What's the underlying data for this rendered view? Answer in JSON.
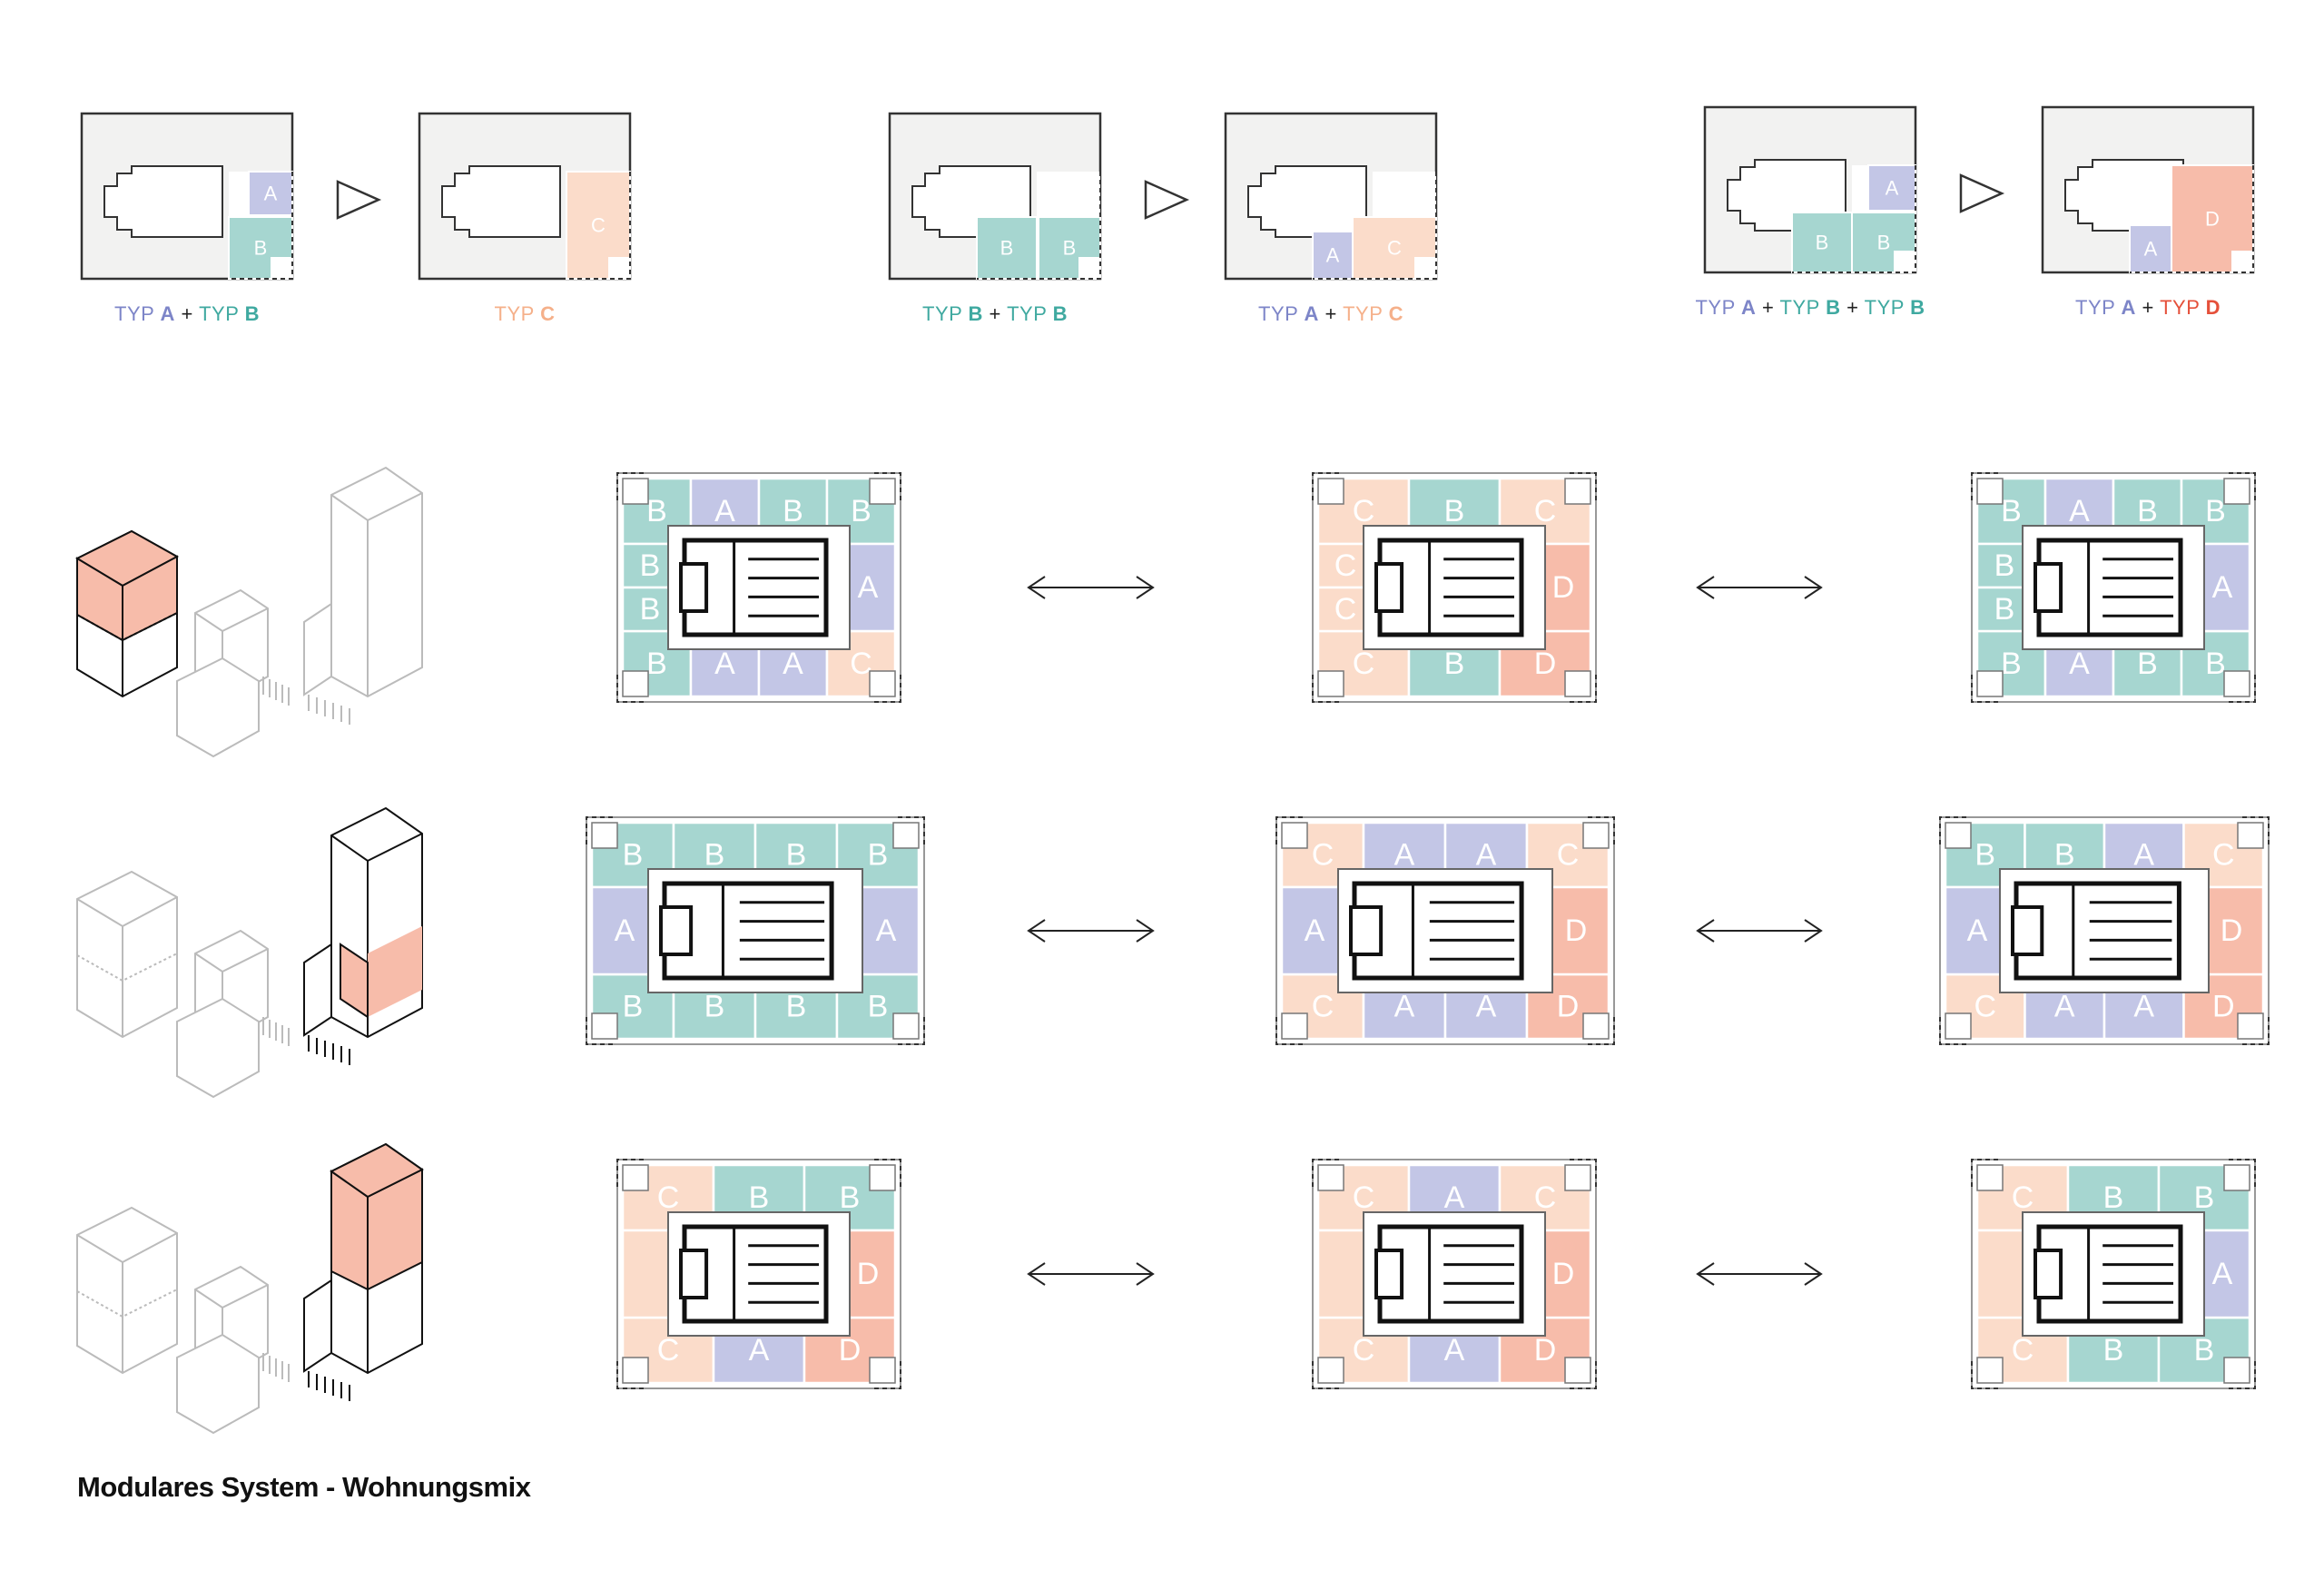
{
  "title": "Modulares System - Wohnungsmix",
  "colors": {
    "A": "#c3c6e6",
    "B": "#a6d6d0",
    "C": "#fbdcca",
    "D": "#f7bcaa",
    "plate": "#f2f2f1",
    "line": "#3a3a3a",
    "labelA": "#7d85c8",
    "labelB": "#3fa9a0",
    "labelC": "#f5b08a",
    "labelD": "#e5503a",
    "gray": "#8a8fa0"
  },
  "combos": [
    {
      "before": {
        "corner": [
          "A",
          "B"
        ]
      },
      "after": {
        "corner": [
          "C"
        ]
      },
      "before_label": [
        {
          "t": "TYP ",
          "c": "gray"
        },
        {
          "t": "A",
          "c": "labelA",
          "b": true
        },
        {
          "t": " + ",
          "c": "dark"
        },
        {
          "t": "TYP ",
          "c": "labelB"
        },
        {
          "t": "B",
          "c": "labelB",
          "b": true
        }
      ],
      "after_label": [
        {
          "t": "TYP ",
          "c": "labelC"
        },
        {
          "t": "C",
          "c": "labelC",
          "b": true
        }
      ]
    },
    {
      "before": {
        "corner": [
          "B",
          "B"
        ]
      },
      "after": {
        "corner": [
          "A",
          "C"
        ]
      },
      "before_label": [
        {
          "t": "TYP ",
          "c": "labelB"
        },
        {
          "t": "B",
          "c": "labelB",
          "b": true
        },
        {
          "t": " + ",
          "c": "dark"
        },
        {
          "t": "TYP ",
          "c": "labelB"
        },
        {
          "t": "B",
          "c": "labelB",
          "b": true
        }
      ],
      "after_label": [
        {
          "t": "TYP ",
          "c": "gray"
        },
        {
          "t": "A",
          "c": "labelA",
          "b": true
        },
        {
          "t": " + ",
          "c": "dark"
        },
        {
          "t": "TYP ",
          "c": "labelC"
        },
        {
          "t": "C",
          "c": "labelC",
          "b": true
        }
      ]
    },
    {
      "before": {
        "corner": [
          "A",
          "B",
          "B"
        ]
      },
      "after": {
        "corner": [
          "A",
          "D"
        ]
      },
      "before_label": [
        {
          "t": "TYP ",
          "c": "gray"
        },
        {
          "t": "A",
          "c": "labelA",
          "b": true
        },
        {
          "t": " + ",
          "c": "dark"
        },
        {
          "t": "TYP ",
          "c": "labelB"
        },
        {
          "t": "B",
          "c": "labelB",
          "b": true
        },
        {
          "t": " + ",
          "c": "dark"
        },
        {
          "t": "TYP ",
          "c": "labelB"
        },
        {
          "t": "B",
          "c": "labelB",
          "b": true
        }
      ],
      "after_label": [
        {
          "t": "TYP ",
          "c": "gray"
        },
        {
          "t": "A",
          "c": "labelA",
          "b": true
        },
        {
          "t": " + ",
          "c": "dark"
        },
        {
          "t": "TYP ",
          "c": "labelD"
        },
        {
          "t": "D",
          "c": "labelD",
          "b": true
        }
      ]
    }
  ],
  "rows": [
    {
      "plans": [
        {
          "top": [
            "B",
            "A",
            "B",
            "B"
          ],
          "left": [
            "B",
            "B"
          ],
          "right": [
            "A"
          ],
          "bottom": [
            "B",
            "A",
            "A",
            "C"
          ]
        },
        {
          "top": [
            "C",
            "B",
            "C"
          ],
          "left": [
            "C",
            "C"
          ],
          "right": [
            "D"
          ],
          "bottom": [
            "C",
            "B",
            "D"
          ]
        },
        {
          "top": [
            "B",
            "A",
            "B",
            "B"
          ],
          "left": [
            "B",
            "B"
          ],
          "right": [
            "A"
          ],
          "bottom": [
            "B",
            "A",
            "B",
            "B"
          ]
        }
      ]
    },
    {
      "plans": [
        {
          "top": [
            "B",
            "B",
            "B",
            "B"
          ],
          "left": [
            "A"
          ],
          "right": [
            "A"
          ],
          "bottom": [
            "B",
            "B",
            "B",
            "B"
          ]
        },
        {
          "top": [
            "C",
            "A",
            "A",
            "C"
          ],
          "left": [
            "A"
          ],
          "right": [
            "D"
          ],
          "bottom": [
            "C",
            "A",
            "A",
            "D"
          ]
        },
        {
          "top": [
            "B",
            "B",
            "A",
            "C"
          ],
          "left": [
            "A"
          ],
          "right": [
            "D"
          ],
          "bottom": [
            "C",
            "A",
            "A",
            "D"
          ]
        }
      ]
    },
    {
      "plans": [
        {
          "top": [
            "C",
            "B",
            "B"
          ],
          "left": [],
          "right": [
            "D"
          ],
          "bottom": [
            "C",
            "A",
            "D"
          ]
        },
        {
          "top": [
            "C",
            "A",
            "C"
          ],
          "left": [],
          "right": [
            "D"
          ],
          "bottom": [
            "C",
            "A",
            "D"
          ]
        },
        {
          "top": [
            "C",
            "B",
            "B"
          ],
          "left": [],
          "right": [
            "A"
          ],
          "bottom": [
            "C",
            "B",
            "B"
          ]
        }
      ]
    }
  ]
}
